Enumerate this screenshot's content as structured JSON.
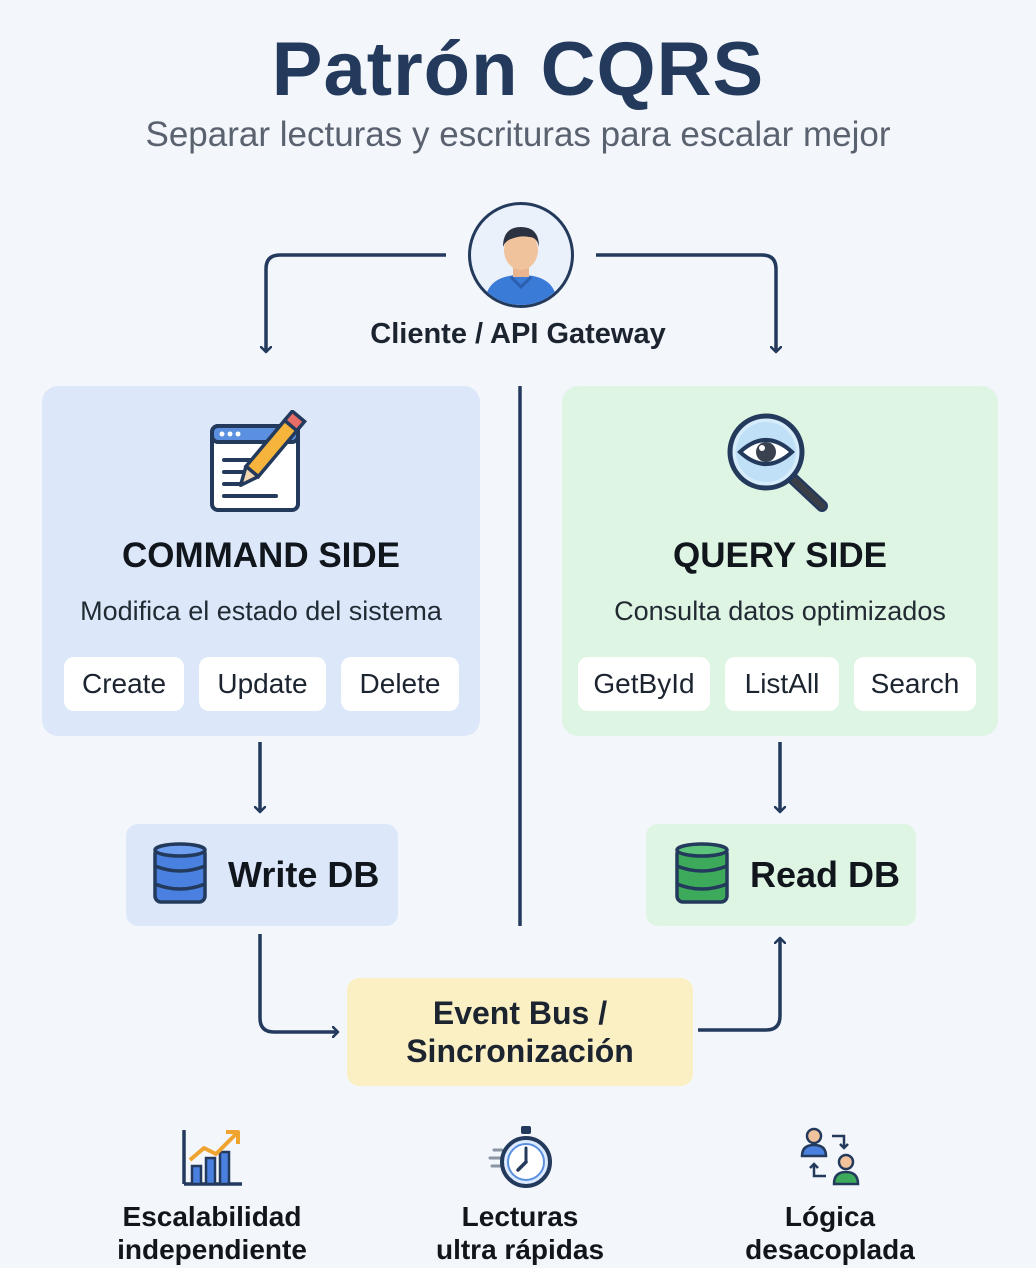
{
  "title": "Patrón CQRS",
  "subtitle": "Separar lecturas y escrituras para escalar mejor",
  "client": {
    "label": "Cliente / API Gateway",
    "icon": "user-avatar-icon"
  },
  "command_side": {
    "title": "COMMAND SIDE",
    "description": "Modifica el estado del sistema",
    "icon": "edit-document-icon",
    "operations": [
      "Create",
      "Update",
      "Delete"
    ],
    "color": "#dce8fa"
  },
  "query_side": {
    "title": "QUERY SIDE",
    "description": "Consulta datos optimizados",
    "icon": "magnifier-eye-icon",
    "operations": [
      "GetById",
      "ListAll",
      "Search"
    ],
    "color": "#dff5e3"
  },
  "write_db": {
    "label": "Write DB",
    "icon": "database-icon",
    "color": "#3b6fd0"
  },
  "read_db": {
    "label": "Read DB",
    "icon": "database-icon",
    "color": "#2e9a4e"
  },
  "event_bus": {
    "line1": "Event Bus /",
    "line2": "Sincronización",
    "color": "#fbf0c4"
  },
  "benefits": [
    {
      "line1": "Escalabilidad",
      "line2": "independiente",
      "icon": "growth-chart-icon"
    },
    {
      "line1": "Lecturas",
      "line2": "ultra rápidas",
      "icon": "stopwatch-icon"
    },
    {
      "line1": "Lógica",
      "line2": "desacoplada",
      "icon": "users-exchange-icon"
    }
  ],
  "colors": {
    "accent": "#233a5c",
    "text": "#11161d"
  }
}
